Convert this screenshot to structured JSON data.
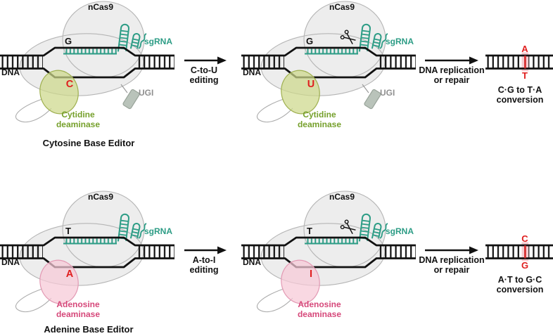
{
  "rows": [
    {
      "title": "Cytosine Base Editor",
      "edit_arrow": {
        "line1": "C-to-U",
        "line2": "editing"
      },
      "repair_arrow": {
        "line1": "DNA replication",
        "line2": "or repair"
      },
      "panels": [
        {
          "protein": "nCas9",
          "sgrna_label": "sgRNA",
          "dna_label": "DNA",
          "target_base": "G",
          "edited_base": "C",
          "deaminase_line1": "Cytidine",
          "deaminase_line2": "deaminase",
          "ugi_label": "UGI"
        },
        {
          "protein": "nCas9",
          "sgrna_label": "sgRNA",
          "dna_label": "DNA",
          "target_base": "G",
          "edited_base": "U",
          "deaminase_line1": "Cytidine",
          "deaminase_line2": "deaminase",
          "ugi_label": "UGI"
        }
      ],
      "result": {
        "top_base": "A",
        "bottom_base": "T",
        "caption_line1": "C·G to T·A",
        "caption_line2": "conversion"
      }
    },
    {
      "title": "Adenine Base Editor",
      "edit_arrow": {
        "line1": "A-to-I",
        "line2": "editing"
      },
      "repair_arrow": {
        "line1": "DNA replication",
        "line2": "or repair"
      },
      "panels": [
        {
          "protein": "nCas9",
          "sgrna_label": "sgRNA",
          "dna_label": "DNA",
          "target_base": "T",
          "edited_base": "A",
          "deaminase_line1": "Adenosine",
          "deaminase_line2": "deaminase"
        },
        {
          "protein": "nCas9",
          "sgrna_label": "sgRNA",
          "dna_label": "DNA",
          "target_base": "T",
          "edited_base": "I",
          "deaminase_line1": "Adenosine",
          "deaminase_line2": "deaminase"
        }
      ],
      "result": {
        "top_base": "C",
        "bottom_base": "G",
        "caption_line1": "A·T to G·C",
        "caption_line2": "conversion"
      }
    }
  ],
  "colors": {
    "sgrna_teal": "#2c9c85",
    "edited_base_red": "#e01e1e",
    "cbe_deaminase_fill": "#cdd88b",
    "cbe_deaminase_stroke": "#9fb050",
    "cbe_label_green": "#76a02c",
    "abe_deaminase_fill": "#f6c9d7",
    "abe_deaminase_stroke": "#e39ab4",
    "abe_label_rose": "#d6487a",
    "cas9_blob_fill": "#ededed",
    "cas9_blob_stroke": "#b5b5b5",
    "ugi_fill": "#b9c3ba",
    "ugi_text_gray": "#8f8f8f",
    "highlight_band_pink": "#f5cdd2",
    "dna_black": "#111111"
  }
}
